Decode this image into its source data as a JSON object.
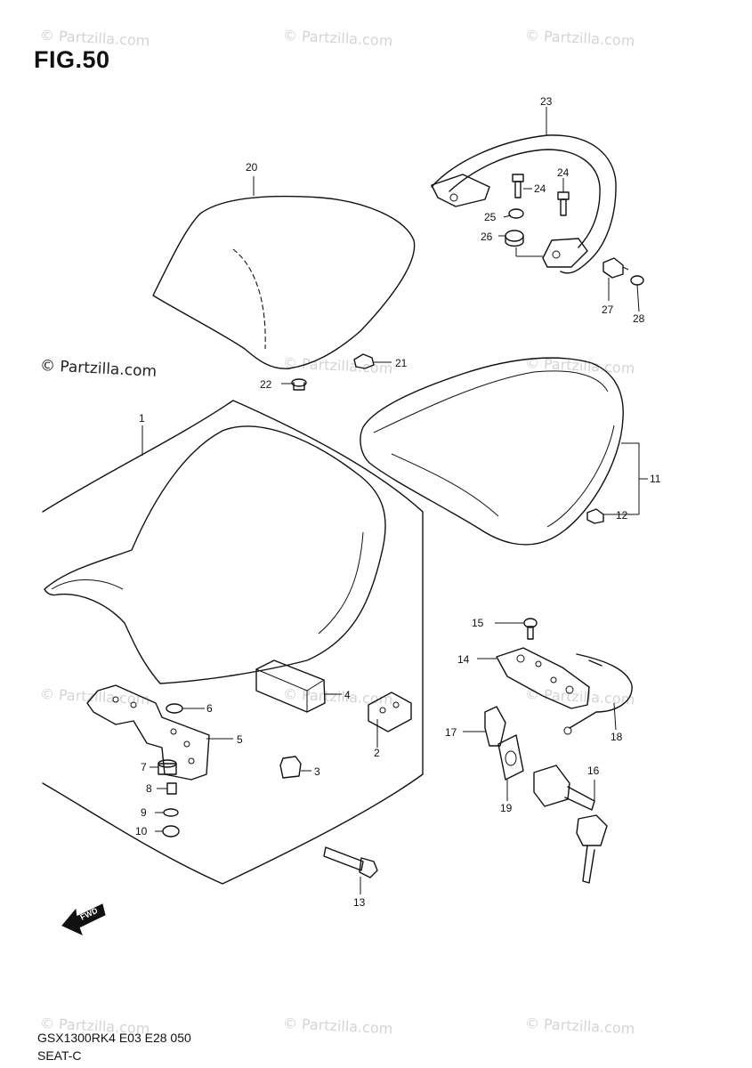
{
  "figure": {
    "title": "FIG.50",
    "model_code": "GSX1300RK4 E03 E28 050",
    "section_name": "SEAT-C"
  },
  "watermark": {
    "main": "© Partzilla.com",
    "repeat": "© Partzilla.com"
  },
  "fwd_arrow_text": "FWD",
  "callouts": {
    "c1": "1",
    "c2": "2",
    "c3": "3",
    "c4": "4",
    "c5": "5",
    "c6": "6",
    "c7": "7",
    "c8": "8",
    "c9": "9",
    "c10": "10",
    "c11": "11",
    "c12": "12",
    "c13": "13",
    "c14": "14",
    "c15": "15",
    "c16": "16",
    "c17": "17",
    "c18": "18",
    "c19": "19",
    "c20": "20",
    "c21": "21",
    "c22": "22",
    "c23": "23",
    "c24a": "24",
    "c24b": "24",
    "c25": "25",
    "c26": "26",
    "c27": "27",
    "c28": "28"
  }
}
